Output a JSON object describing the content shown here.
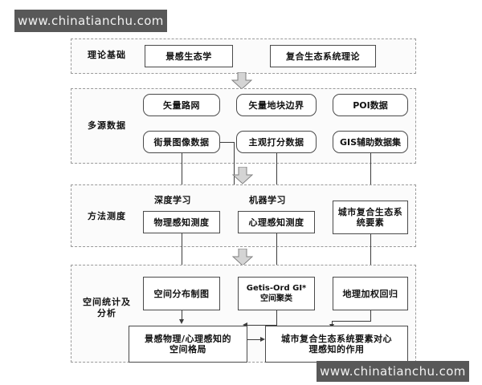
{
  "watermarks": {
    "top": "www.chinatianchu.com",
    "bottom": "www.chinatianchu.com"
  },
  "diagram": {
    "type": "flowchart",
    "title": "",
    "sections": [
      {
        "id": "theory",
        "label": "理论基础",
        "nodes": [
          {
            "id": "landsense-ecology",
            "label": "景感生态学",
            "shape": "rect"
          },
          {
            "id": "composite-ecosystem-theory",
            "label": "复合生态系统理论",
            "shape": "rect"
          }
        ]
      },
      {
        "id": "multi-source-data",
        "label": "多源数据",
        "nodes": [
          {
            "id": "vector-road-network",
            "label": "矢量路网",
            "shape": "rounded"
          },
          {
            "id": "vector-parcel-boundary",
            "label": "矢量地块边界",
            "shape": "rounded"
          },
          {
            "id": "poi-data",
            "label": "POI数据",
            "shape": "rounded"
          },
          {
            "id": "streetview-image-data",
            "label": "街景图像数据",
            "shape": "rounded"
          },
          {
            "id": "subjective-scoring-data",
            "label": "主观打分数据",
            "shape": "rounded"
          },
          {
            "id": "gis-auxiliary-dataset",
            "label": "GIS辅助数据集",
            "shape": "rounded"
          }
        ]
      },
      {
        "id": "method-measure",
        "label": "方法测度",
        "edge_labels": [
          {
            "id": "deep-learning",
            "label": "深度学习"
          },
          {
            "id": "machine-learning",
            "label": "机器学习"
          }
        ],
        "nodes": [
          {
            "id": "physical-perception-measure",
            "label": "物理感知测度",
            "shape": "rect"
          },
          {
            "id": "psychological-perception-measure",
            "label": "心理感知测度",
            "shape": "rect"
          },
          {
            "id": "urban-composite-ecosystem-elements",
            "label": "城市复合生态系\n统要素",
            "shape": "rect"
          }
        ]
      },
      {
        "id": "spatial-statistics-analysis",
        "label": "空间统计及\n分析",
        "nodes": [
          {
            "id": "spatial-distribution-mapping",
            "label": "空间分布制图",
            "shape": "rect"
          },
          {
            "id": "getis-ord-clustering",
            "label": "Getis-Ord GI*\n空间聚类",
            "shape": "rect"
          },
          {
            "id": "geographically-weighted-regression",
            "label": "地理加权回归",
            "shape": "rect"
          },
          {
            "id": "landsense-spatial-pattern",
            "label": "景感物理/心理感知的\n空间格局",
            "shape": "rect"
          },
          {
            "id": "ecosystem-effect-on-psychology",
            "label": "城市复合生态系统要素对心\n理感知的作用",
            "shape": "rect"
          }
        ]
      }
    ],
    "colors": {
      "node_border": "#4a4a4a",
      "section_border": "#9a9a9a",
      "connector": "#3c3c3c",
      "block_arrow_fill": "#d4d4d4",
      "block_arrow_stroke": "#808080",
      "watermark_bg": "#585858",
      "watermark_text": "#f2f2f2"
    }
  }
}
